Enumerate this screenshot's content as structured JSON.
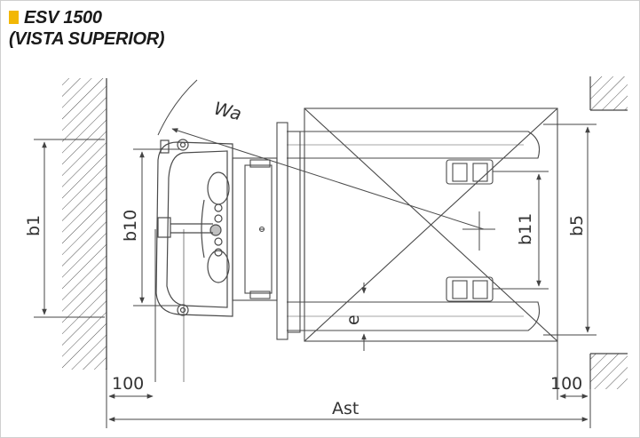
{
  "title": {
    "line1": "ESV 1500",
    "line2": "(VISTA SUPERIOR)"
  },
  "labels": {
    "wa": "Wa",
    "b1": "b1",
    "b10": "b10",
    "b11": "b11",
    "b5": "b5",
    "e": "e",
    "dist_left": "100",
    "dist_right": "100",
    "ast": "Ast"
  },
  "colors": {
    "accent": "#f2b705",
    "line": "#4a4a4a",
    "text": "#1a1a1a"
  }
}
